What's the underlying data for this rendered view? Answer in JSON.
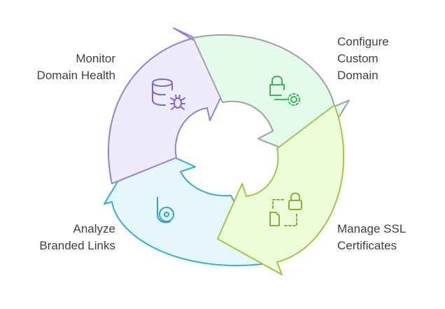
{
  "steps": [
    {
      "id": "configure",
      "label_lines": [
        "Configure",
        "Custom",
        "Domain"
      ],
      "fill": "#e3fbea",
      "stroke": "#a0a0a0",
      "icon": "lock-gear-icon",
      "icon_color": "#3fb55c"
    },
    {
      "id": "ssl",
      "label_lines": [
        "Manage SSL",
        "Certificates"
      ],
      "fill": "#eefcd8",
      "stroke": "#9ac94a",
      "icon": "ssl-certificate-icon",
      "icon_color": "#85b236"
    },
    {
      "id": "analyze",
      "label_lines": [
        "Analyze",
        "Branded Links"
      ],
      "fill": "#e5f6fc",
      "stroke": "#34acd4",
      "icon": "branded-link-icon",
      "icon_color": "#2aa3cf"
    },
    {
      "id": "monitor",
      "label_lines": [
        "Monitor",
        "Domain Health"
      ],
      "fill": "#efebfc",
      "stroke": "#9180e0",
      "icon": "database-bug-icon",
      "icon_color": "#7b68d8"
    }
  ]
}
